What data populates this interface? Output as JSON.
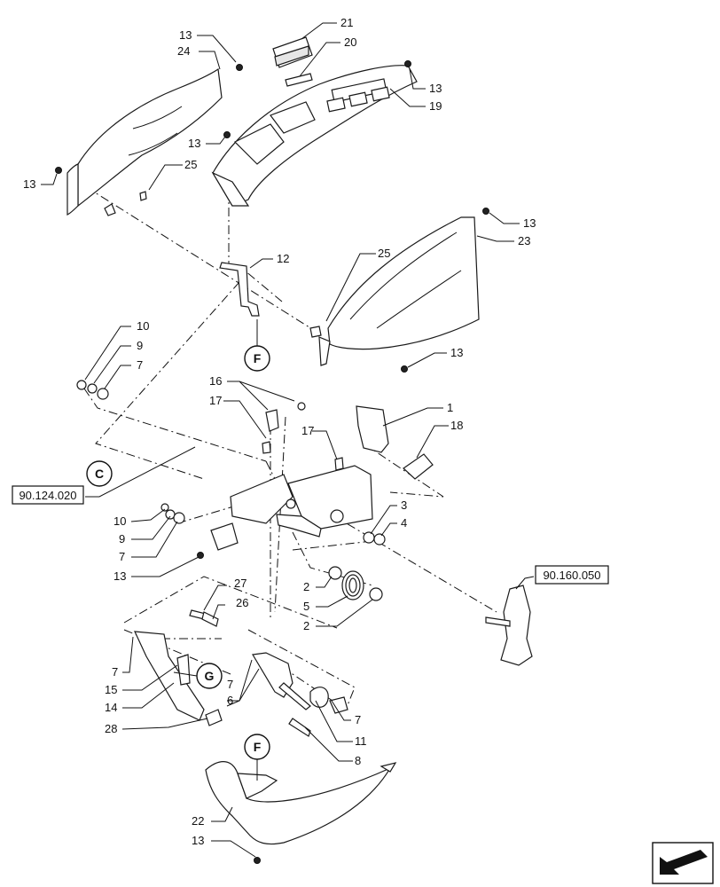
{
  "part_numbers": {
    "p1": "1",
    "p2a": "2",
    "p2b": "2",
    "p3": "3",
    "p4": "4",
    "p5": "5",
    "p6": "6",
    "p7a": "7",
    "p7b": "7",
    "p7c": "7",
    "p7d": "7",
    "p7e": "7",
    "p8": "8",
    "p9a": "9",
    "p9b": "9",
    "p10a": "10",
    "p10b": "10",
    "p11": "11",
    "p12": "12",
    "p13a": "13",
    "p13b": "13",
    "p13c": "13",
    "p13d": "13",
    "p13e": "13",
    "p13f": "13",
    "p13g": "13",
    "p13h": "13",
    "p14": "14",
    "p15": "15",
    "p16": "16",
    "p17a": "17",
    "p17b": "17",
    "p18": "18",
    "p19": "19",
    "p20": "20",
    "p21": "21",
    "p22": "22",
    "p23": "23",
    "p24": "24",
    "p25a": "25",
    "p25b": "25",
    "p26": "26",
    "p27": "27",
    "p28": "28"
  },
  "callouts": {
    "f_top": "F",
    "f_bottom": "F",
    "c": "C",
    "g": "G"
  },
  "references": {
    "ref_left": "90.124.020",
    "ref_right": "90.160.050"
  },
  "colors": {
    "line": "#1a1a1a",
    "fill": "#ffffff",
    "shade": "#e6e6e6"
  },
  "icons": {
    "corner": "direction-arrow-icon"
  }
}
